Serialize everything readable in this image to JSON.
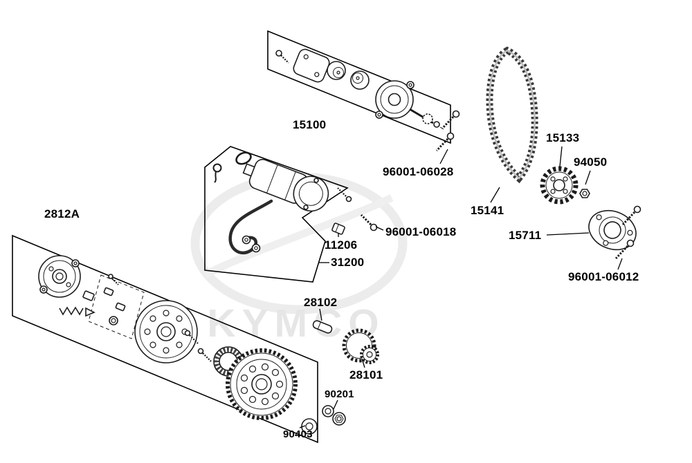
{
  "watermark": {
    "brand": "KYMCO"
  },
  "labels": {
    "15100": "15100",
    "96001_06028": "96001-06028",
    "15133": "15133",
    "94050": "94050",
    "15141": "15141",
    "96001_06018": "96001-06018",
    "15711": "15711",
    "11206": "11206",
    "31200": "31200",
    "96001_06012": "96001-06012",
    "2812A": "2812A",
    "28102": "28102",
    "28101": "28101",
    "90201": "90201",
    "90403": "90403"
  }
}
